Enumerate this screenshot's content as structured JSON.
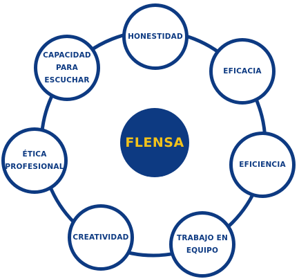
{
  "colors": {
    "primary": "#0d3a82",
    "accent": "#f2c21b",
    "background": "#ffffff"
  },
  "center": {
    "label": "FLENSA"
  },
  "nodes": [
    {
      "label": "HONESTIDAD"
    },
    {
      "label": "EFICACIA"
    },
    {
      "label": "EFICIENCIA"
    },
    {
      "label": "TRABAJO EN\nEQUIPO"
    },
    {
      "label": "CREATIVIDAD"
    },
    {
      "label": "ÉTICA\nPROFESIONAL"
    },
    {
      "label": "CAPACIDAD\nPARA\nESCUCHAR"
    }
  ]
}
